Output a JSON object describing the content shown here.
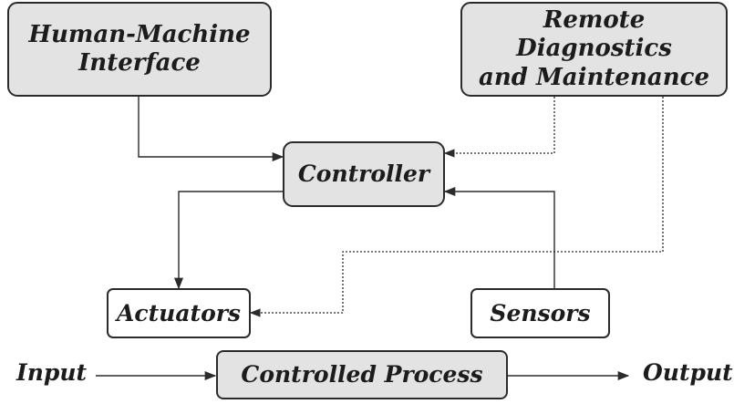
{
  "nodes": {
    "hmi": "Human-Machine\nInterface",
    "remote": "Remote Diagnostics\nand Maintenance",
    "controller": "Controller",
    "actuators": "Actuators",
    "sensors": "Sensors",
    "process": "Controlled Process"
  },
  "flow": {
    "input": "Input",
    "output": "Output"
  },
  "colors": {
    "shaded_fill": "#e3e3e3",
    "line": "#2b2b2b"
  },
  "edges": [
    {
      "from": "hmi",
      "to": "controller",
      "style": "solid"
    },
    {
      "from": "remote",
      "to": "controller",
      "style": "dotted"
    },
    {
      "from": "remote",
      "to": "actuators",
      "style": "dotted"
    },
    {
      "from": "controller",
      "to": "actuators",
      "style": "solid"
    },
    {
      "from": "sensors",
      "to": "controller",
      "style": "solid"
    },
    {
      "from": "input",
      "to": "process",
      "style": "solid"
    },
    {
      "from": "process",
      "to": "output",
      "style": "solid"
    }
  ]
}
